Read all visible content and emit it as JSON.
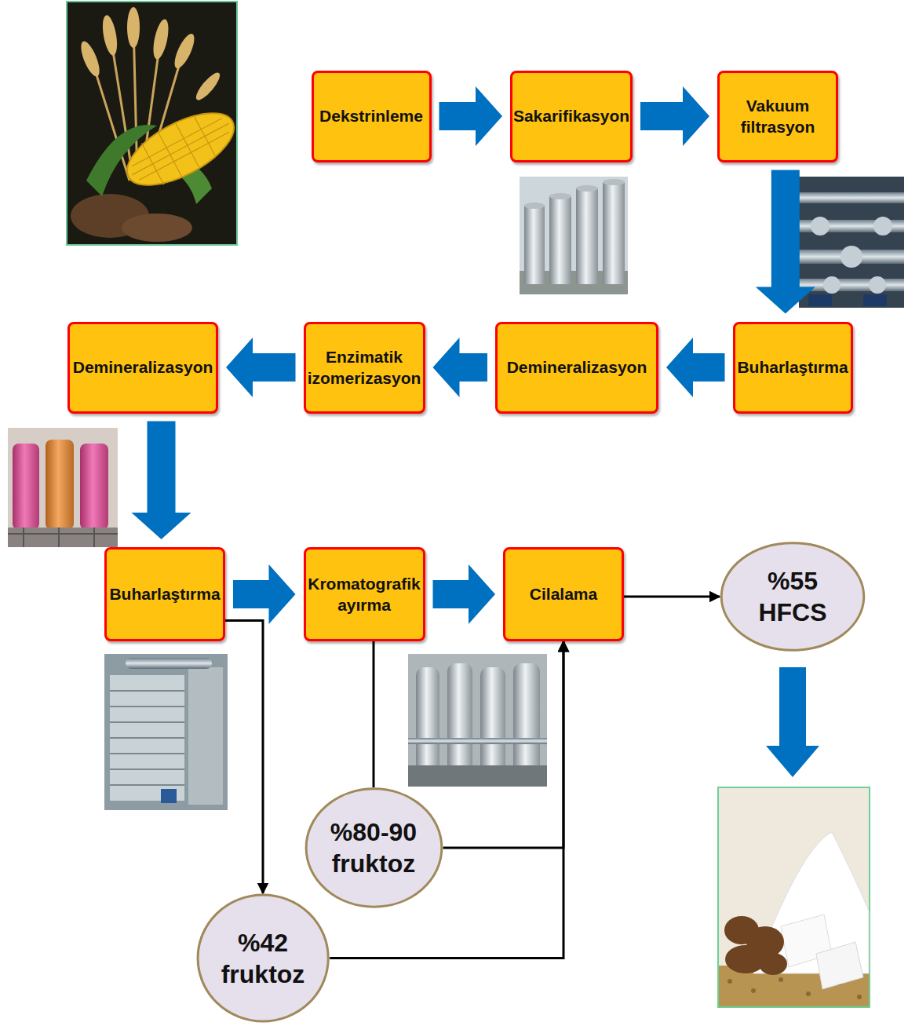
{
  "diagram": {
    "nodes": [
      {
        "text": [
          "Dekstrinleme"
        ]
      },
      {
        "text": [
          "Sakarifikasyon"
        ]
      },
      {
        "text": [
          "Vakuum filtrasyon"
        ]
      },
      {
        "text": [
          "Buharlaştırma"
        ]
      },
      {
        "text": [
          "Demineralizasyon"
        ]
      },
      {
        "text": [
          "Enzimatik izomerizasyon"
        ]
      },
      {
        "text": [
          "Demineralizasyon"
        ]
      },
      {
        "text": [
          "Buharlaştırma"
        ]
      },
      {
        "text": [
          "Kromatografik ayırma"
        ]
      },
      {
        "text": [
          "Cilalama"
        ]
      },
      {
        "text": [
          "%55 HFCS"
        ]
      },
      {
        "text": [
          "%80-90 fruktoz"
        ]
      },
      {
        "text": [
          "%42 fruktoz"
        ]
      }
    ],
    "edges": [
      {
        "from": 0,
        "to": 1,
        "arrow": "to"
      },
      {
        "from": 1,
        "to": 2,
        "arrow": "to"
      },
      {
        "from": 2,
        "to": 3,
        "arrow": "to"
      },
      {
        "from": 3,
        "to": 4,
        "arrow": "to"
      },
      {
        "from": 4,
        "to": 5,
        "arrow": "to"
      },
      {
        "from": 5,
        "to": 6,
        "arrow": "to"
      },
      {
        "from": 6,
        "to": 7,
        "arrow": "to"
      },
      {
        "from": 7,
        "to": 8,
        "arrow": "to"
      },
      {
        "from": 8,
        "to": 9,
        "arrow": "to"
      },
      {
        "from": 9,
        "to": 10,
        "arrow": "to"
      },
      {
        "from": 8,
        "to": 11,
        "arrow": "none"
      },
      {
        "from": 7,
        "to": 12,
        "arrow": "to"
      },
      {
        "from": 11,
        "to": 9,
        "arrow": "to"
      },
      {
        "from": 12,
        "to": 9,
        "arrow": "to"
      }
    ]
  }
}
